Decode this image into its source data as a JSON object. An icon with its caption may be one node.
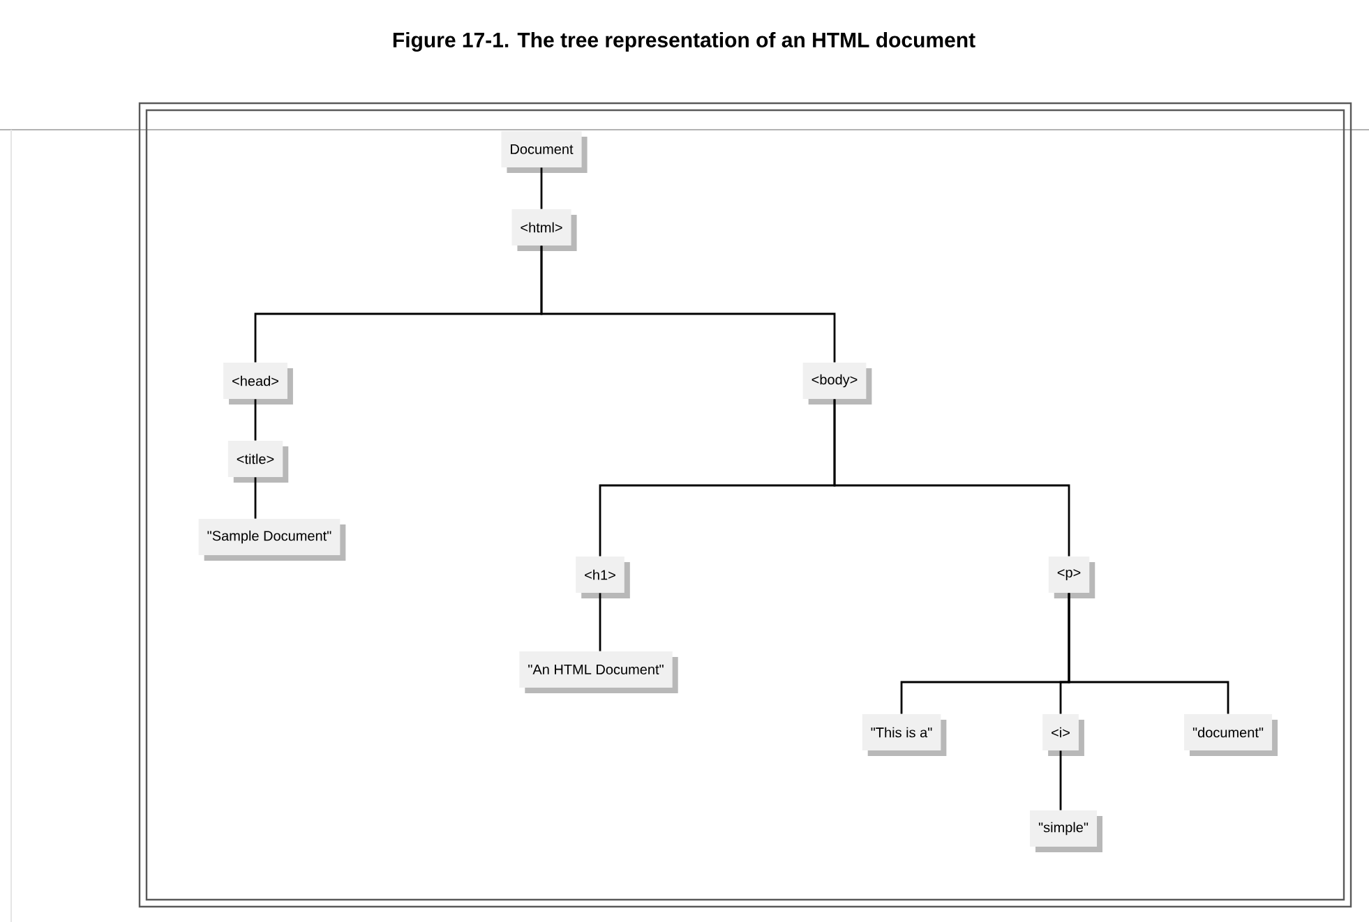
{
  "diagram": {
    "title": "Figure 17-1. The tree representation of an HTML document",
    "nodes": [
      {
        "text": [
          "Document"
        ]
      },
      {
        "text": [
          "<html>"
        ]
      },
      {
        "text": [
          "<head>"
        ]
      },
      {
        "text": [
          "<body>"
        ]
      },
      {
        "text": [
          "<title>"
        ]
      },
      {
        "text": [
          "\"Sample Document\""
        ]
      },
      {
        "text": [
          "<h1>"
        ]
      },
      {
        "text": [
          "\"An HTML Document\""
        ]
      },
      {
        "text": [
          "<p>"
        ]
      },
      {
        "text": [
          "\"This is a\""
        ]
      },
      {
        "text": [
          "<i>"
        ]
      },
      {
        "text": [
          "\"document\""
        ]
      },
      {
        "text": [
          "\"simple\""
        ]
      }
    ],
    "edges": [
      {
        "from": 0,
        "to": 1,
        "arrow": "none"
      },
      {
        "from": 1,
        "to": 2,
        "arrow": "none"
      },
      {
        "from": 1,
        "to": 3,
        "arrow": "none"
      },
      {
        "from": 2,
        "to": 4,
        "arrow": "none"
      },
      {
        "from": 4,
        "to": 5,
        "arrow": "none"
      },
      {
        "from": 3,
        "to": 6,
        "arrow": "none"
      },
      {
        "from": 3,
        "to": 8,
        "arrow": "none"
      },
      {
        "from": 6,
        "to": 7,
        "arrow": "none"
      },
      {
        "from": 8,
        "to": 9,
        "arrow": "none"
      },
      {
        "from": 8,
        "to": 10,
        "arrow": "none"
      },
      {
        "from": 8,
        "to": 11,
        "arrow": "none"
      },
      {
        "from": 10,
        "to": 12,
        "arrow": "none"
      }
    ]
  }
}
